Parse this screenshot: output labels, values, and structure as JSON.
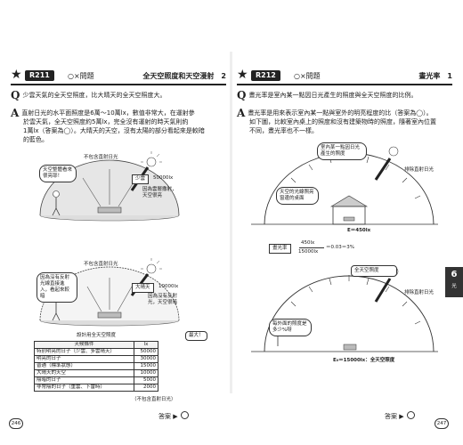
{
  "left": {
    "code": "R211",
    "kind": "○×問題",
    "title": "全天空照度和天空漫射　2",
    "question": "少雲天氣的全天空照度，比大晴天的全天空照度大。",
    "answer_lines": [
      "直射日光的水平面照度是6萬～10萬lx，數值非常大，在運射參",
      "於雲天氣，全天空照度約5萬lx，完全沒有運射的時天氣則約",
      "1萬lx（答案為◯）。大晴天的天空，沒有太陽的部分看起來是較暗",
      "的藍色。"
    ],
    "fig1": {
      "no_direct": "不包含直射日光",
      "bubble": "天空整體看來很亮耶！",
      "label": "少雲",
      "lux": "50000lx",
      "note": "因為雲層撒射，天空很亮"
    },
    "fig2": {
      "no_direct": "不包含直射日光",
      "bubble": "因為沒有反射光線直接進入，看起來較暗",
      "label": "大晴天",
      "lux": "10000lx",
      "note": "因為沒有反射光，天空很暗"
    },
    "table_caption": "設計用全天空照度",
    "callout": "最大！",
    "table": {
      "head": [
        "天候條件",
        "lx"
      ],
      "rows": [
        [
          "特別明亮的日子（少雲、多雲晴天）",
          "50000"
        ],
        [
          "明亮的日子",
          "30000"
        ],
        [
          "普通（標準狀態）",
          "15000"
        ],
        [
          "大晴天的天空",
          "10000"
        ],
        [
          "陰暗的日子",
          "5000"
        ],
        [
          "非常陰的日子（重雲、下雷時）",
          "2000"
        ]
      ]
    },
    "table_note": "（不包含直射日光）",
    "answer_label": "答案",
    "page_number": "246"
  },
  "right": {
    "code": "R212",
    "kind": "○×問題",
    "title": "晝光率　1",
    "question": "晝光率是室內某一點因日光產生的照度與全天空照度的比例。",
    "answer_lines": [
      "晝光率是用來表示室內某一點與室外的明亮程度的比（答案為◯）。",
      "如下圖，比較室內桌上的照度和沒有建築物時的照度，隨著室內位置",
      "不同，晝光率也不一樣。"
    ],
    "fig_top": {
      "bubble": "室內某一點因日光產生的照度",
      "sky_bubble": "天空的光線照亮窗邊的桌面",
      "direct_note": "排除直射日光",
      "e": "E＝450lx"
    },
    "formula": {
      "label": "晝光率",
      "num": "450lx",
      "den": "15000lx",
      "result": "＝0.03＝3%"
    },
    "fig_bot": {
      "bubble": "全天空照度",
      "person_bubble": "每外面的照度是多少%呀",
      "direct_note": "排除直射日光",
      "e0": "E₀＝15000lx：全天空照度"
    },
    "answer_label": "答案",
    "page_number": "247"
  },
  "side_tab": {
    "number": "6",
    "text": "光"
  }
}
